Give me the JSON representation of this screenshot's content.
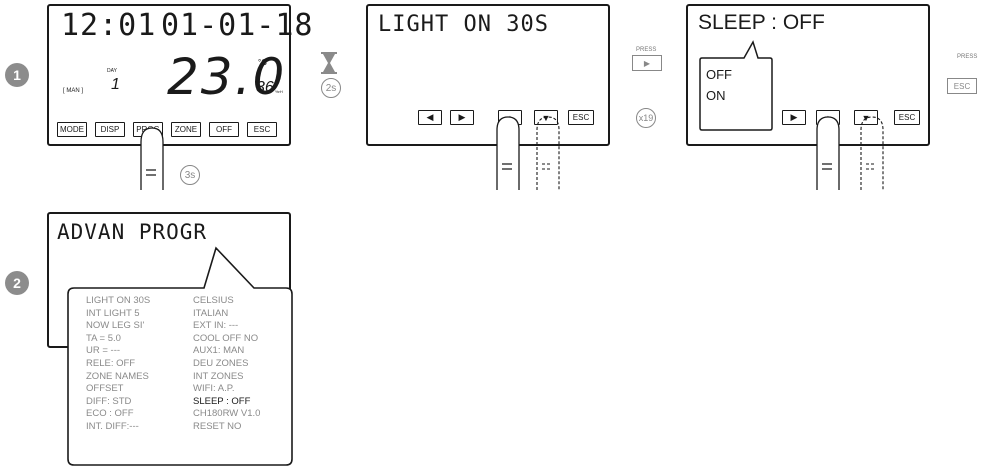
{
  "step1": {
    "badge": "1",
    "display1": {
      "time": "12:01",
      "date": "01-01-18",
      "day_label": "DAY",
      "day_value": "1",
      "mode": "[ MAN ]",
      "temperature": "23.0",
      "temp_unit": "°C",
      "humidity": "36",
      "humidity_unit": "%rH",
      "keys": [
        "MODE",
        "DISP",
        "PROG",
        "ZONE",
        "OFF",
        "ESC"
      ],
      "hold_time": "3s"
    },
    "wait_icon": "hourglass-icon",
    "wait_time": "2s",
    "display2": {
      "text": "LIGHT ON 30S",
      "keys": [
        "◀",
        "▶",
        "▲",
        "▼",
        "ESC"
      ]
    },
    "press1": {
      "label": "PRESS",
      "key": "▶",
      "count": "x19"
    },
    "display3": {
      "text": "SLEEP : OFF",
      "options": [
        "OFF",
        "ON"
      ],
      "keys": [
        "▶",
        "▲",
        "▼",
        "ESC"
      ]
    },
    "press2": {
      "label": "PRESS",
      "key": "ESC"
    }
  },
  "step2": {
    "badge": "2",
    "display": {
      "text": "ADVAN PROGR"
    },
    "menu_col1": [
      "LIGHT ON 30S",
      "INT LIGHT 5",
      "NOW LEG SI'",
      "TA = 5.0",
      "UR = ---",
      "RELE: OFF",
      "ZONE NAMES",
      "OFFSET",
      "DIFF: STD",
      "ECO : OFF",
      "INT. DIFF:---"
    ],
    "menu_col2": [
      "CELSIUS",
      "ITALIAN",
      "EXT IN: ---",
      "COOL OFF NO",
      "AUX1: MAN",
      "DEU ZONES",
      "INT ZONES",
      "WIFI: A.P.",
      "SLEEP : OFF",
      "CH180RW V1.0",
      "RESET NO"
    ],
    "highlighted_item": "SLEEP : OFF"
  },
  "colors": {
    "ink": "#1a1a1a",
    "badge": "#8c8c8c",
    "muted": "#888888"
  }
}
